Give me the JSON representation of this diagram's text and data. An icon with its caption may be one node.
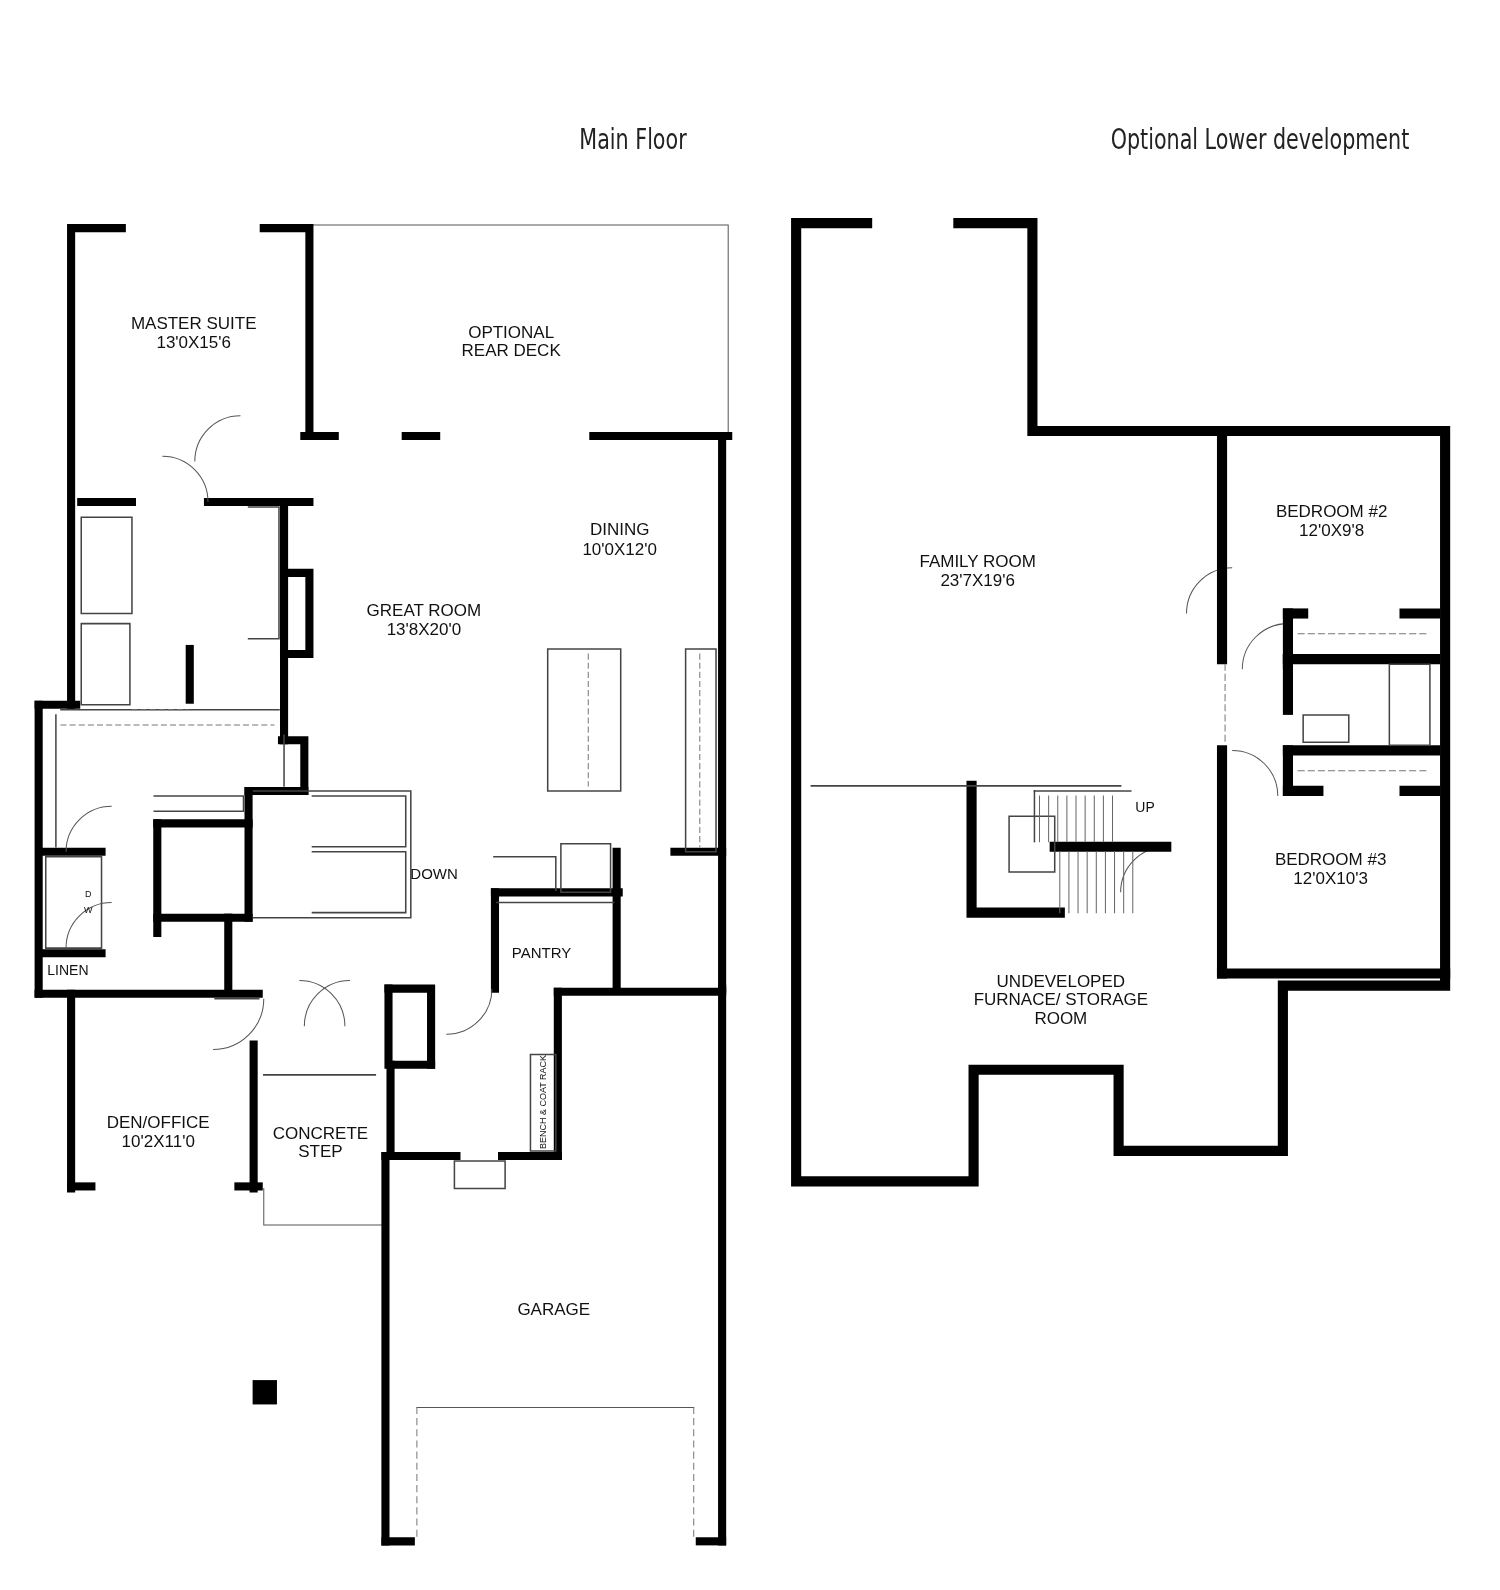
{
  "diagram": {
    "labels": [
      "Main Floor",
      "Optional Lower development",
      "MASTER SUITE",
      "13'0X15'6",
      "OPTIONAL REAR DECK",
      "DINING",
      "10'0X12'0",
      "GREAT ROOM",
      "13'8X20'0",
      "DOWN",
      "D",
      "W",
      "PANTRY",
      "LINEN",
      "DEN/OFFICE",
      "10'2X11'0",
      "CONCRETE STEP",
      "BENCH & COAT RACK",
      "GARAGE",
      "FAMILY ROOM",
      "23'7X19'6",
      "BEDROOM #2",
      "12'0X9'8",
      "UP",
      "BEDROOM #3",
      "12'0X10'3",
      "UNDEVELOPED FURNACE/ STORAGE ROOM"
    ]
  }
}
